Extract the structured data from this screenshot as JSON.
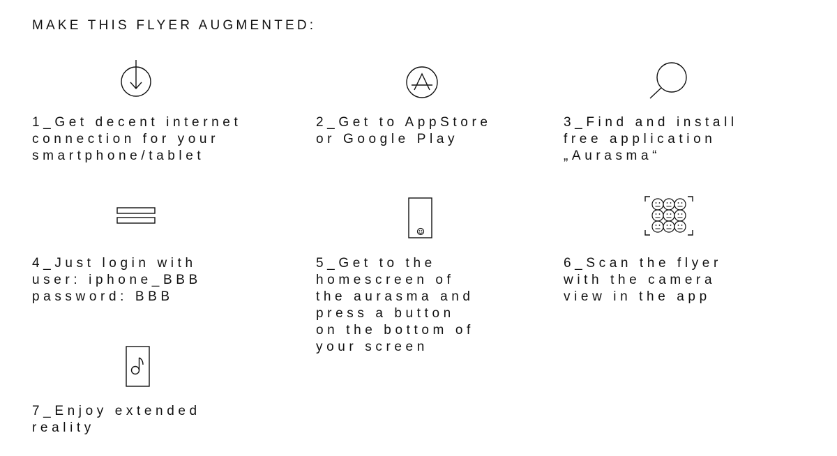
{
  "title": "MAKE THIS FLYER AUGMENTED:",
  "steps": [
    {
      "lines": [
        "1_Get decent internet",
        "connection for your",
        "smartphone/tablet"
      ],
      "icon": "download-icon"
    },
    {
      "lines": [
        "2_Get to AppStore",
        "or Google Play"
      ],
      "icon": "app-store-icon"
    },
    {
      "lines": [
        "3_Find and install",
        "free application",
        "„Aurasma“"
      ],
      "icon": "search-icon"
    },
    {
      "lines": [
        "4_Just login with",
        "user: iphone_BBB",
        "password: BBB"
      ],
      "icon": "menu-icon"
    },
    {
      "lines": [
        "5_Get to the",
        "homescreen of",
        "the aurasma and",
        "press a button",
        "on the bottom of",
        "your screen"
      ],
      "icon": "phone-icon"
    },
    {
      "lines": [
        "6_Scan the flyer",
        "with the camera",
        "view in the app"
      ],
      "icon": "scan-faces-icon"
    },
    {
      "lines": [
        "7_Enjoy extended",
        "reality"
      ],
      "icon": "music-note-icon"
    }
  ]
}
